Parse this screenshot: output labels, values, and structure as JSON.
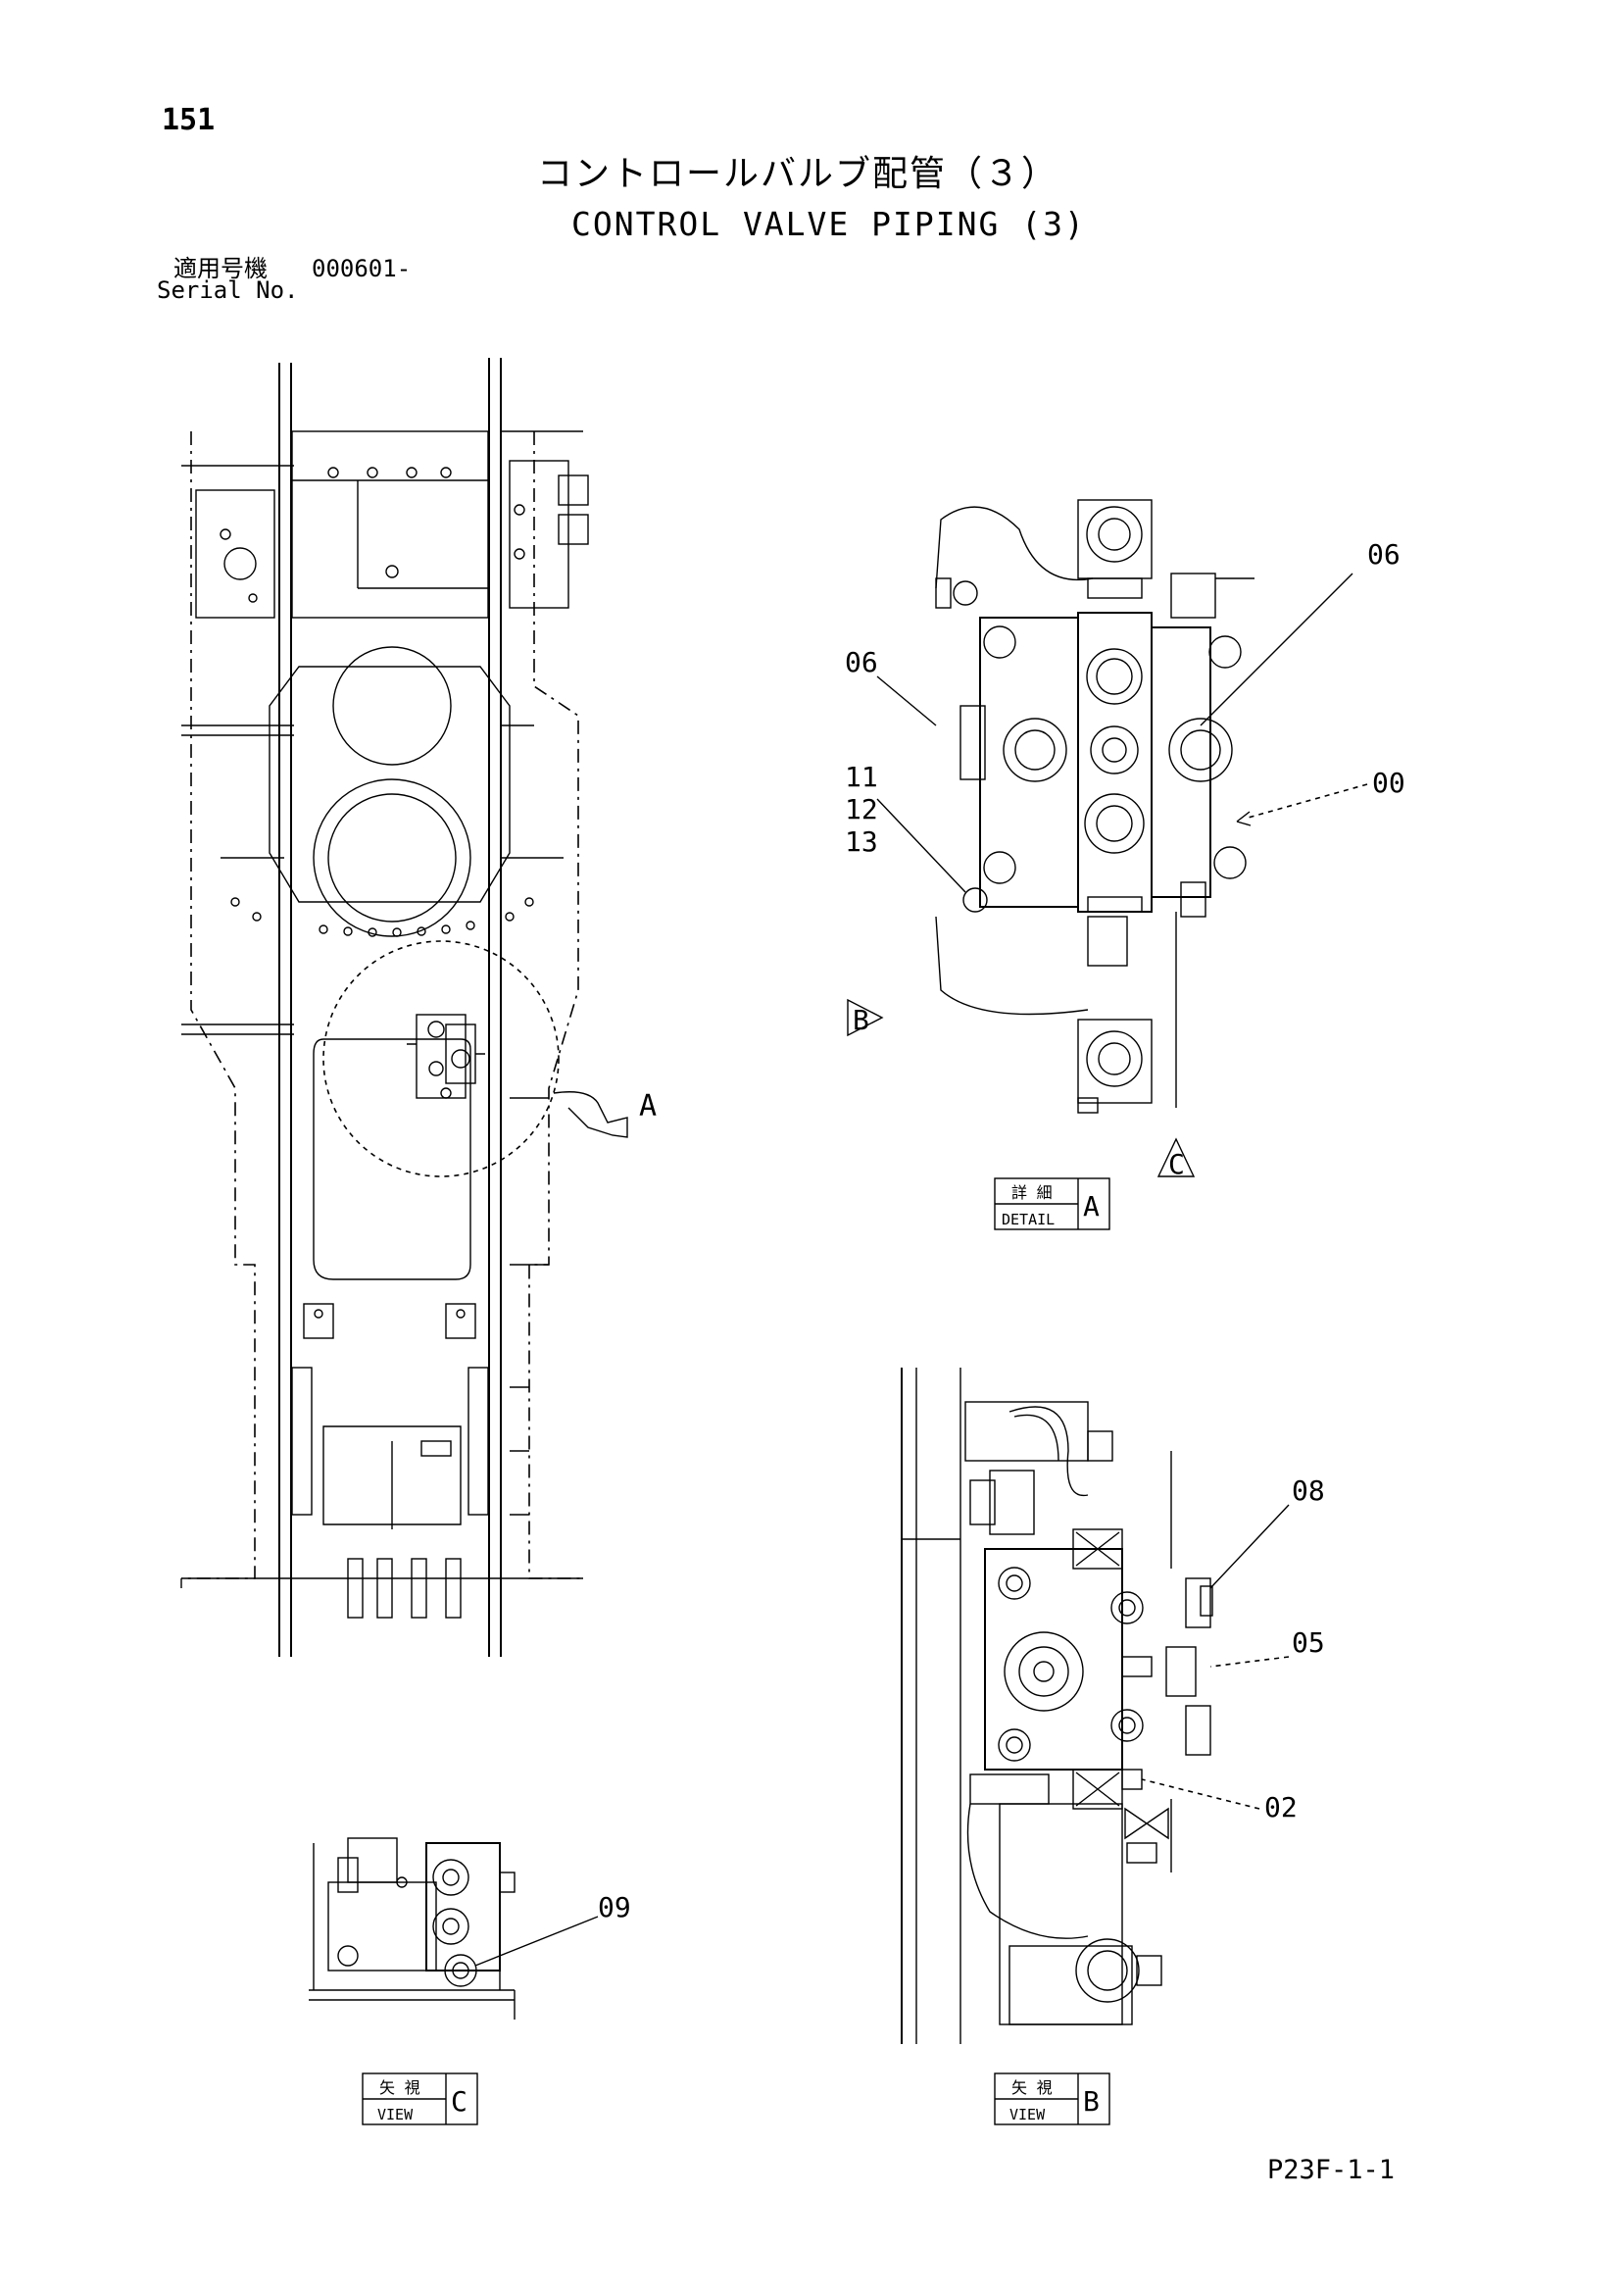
{
  "header": {
    "page_number": "151",
    "title_jp": "コントロールバルブ配管（３）",
    "title_en": "CONTROL VALVE PIPING (3)",
    "serial_label_jp": "適用号機",
    "serial_value": "000601-",
    "serial_label_en": "Serial No."
  },
  "callouts": {
    "detail_a": {
      "part_06_left": "06",
      "part_06_right": "06",
      "part_11": "11",
      "part_12": "12",
      "part_13": "13",
      "part_00": "00",
      "arrow_b": "B",
      "arrow_c": "C"
    },
    "overview": {
      "arrow_a": "A"
    },
    "view_b": {
      "part_08": "08",
      "part_05": "05",
      "part_02": "02"
    },
    "view_c": {
      "part_09": "09"
    }
  },
  "view_labels": {
    "detail_a": {
      "top": "詳 細",
      "bottom": "DETAIL",
      "letter": "A"
    },
    "view_c": {
      "top": "矢 視",
      "bottom": "VIEW",
      "letter": "C"
    },
    "view_b": {
      "top": "矢 視",
      "bottom": "VIEW",
      "letter": "B"
    }
  },
  "footer": {
    "drawing_code": "P23F-1-1"
  }
}
